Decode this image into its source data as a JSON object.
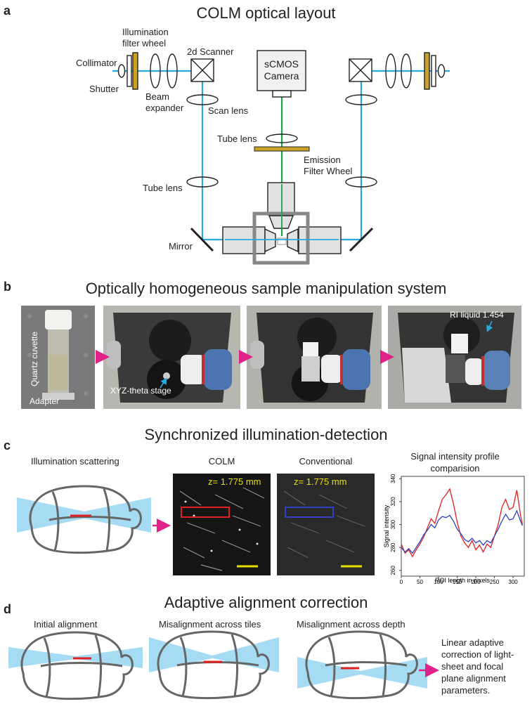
{
  "panel_a": {
    "letter": "a",
    "title": "COLM optical layout",
    "labels": {
      "illumination_filter_wheel": [
        "Illumination",
        "filter wheel"
      ],
      "collimator": "Collimator",
      "shutter": "Shutter",
      "beam_expander": [
        "Beam",
        "expander"
      ],
      "scanner": "2d Scanner",
      "scan_lens": "Scan lens",
      "camera": [
        "sCMOS",
        "Camera"
      ],
      "tube_lens_top": "Tube lens",
      "emission_filter_wheel": [
        "Emission",
        "Filter Wheel"
      ],
      "tube_lens_left": "Tube lens",
      "mirror": "Mirror"
    }
  },
  "panel_b": {
    "letter": "b",
    "title": "Optically homogeneous sample manipulation system",
    "labels": {
      "quartz_cuvette": "Quartz cuvette",
      "adapter": "Adapter",
      "stage": "XYZ-theta stage",
      "ri_liquid": "RI liquid 1.454"
    }
  },
  "panel_c": {
    "letter": "c",
    "title": "Synchronized illumination-detection",
    "illumination_label": "Illumination scattering",
    "colm_label": "COLM",
    "conventional_label": "Conventional",
    "colm_depth": "z= 1.775 mm",
    "conventional_depth": "z= 1.775 mm",
    "profile_title": [
      "Signal intensity profile",
      "comparision"
    ]
  },
  "panel_d": {
    "letter": "d",
    "title": "Adaptive alignment correction",
    "initial": "Initial alignment",
    "tiles": "Misalignment across tiles",
    "depth": "Misalignment across depth",
    "correction_text": [
      "Linear adaptive",
      "correction of light-",
      "sheet and focal",
      "plane alignment",
      "parameters."
    ]
  },
  "colors": {
    "light_path": "#29a8de",
    "emission_path": "#1ea34a",
    "filter": "#c9a227",
    "arrow": "#e0218a",
    "colm_series": "#e02020",
    "conventional_series": "#3040c0",
    "scale_bar": "#e8e000"
  },
  "chart_data": {
    "type": "line",
    "title": "",
    "xlabel": "ROI length in pixels",
    "ylabel": "Signal intensity",
    "xlim": [
      0,
      330
    ],
    "ylim": [
      255,
      342
    ],
    "xticks": [
      0,
      50,
      100,
      150,
      200,
      250,
      300
    ],
    "yticks": [
      260,
      280,
      300,
      320,
      340
    ],
    "grid": false,
    "legend": "none",
    "x": [
      0,
      10,
      20,
      30,
      40,
      50,
      60,
      70,
      80,
      90,
      100,
      110,
      120,
      130,
      140,
      150,
      160,
      170,
      180,
      190,
      200,
      210,
      220,
      230,
      240,
      250,
      260,
      270,
      280,
      290,
      300,
      310,
      320,
      325
    ],
    "series": [
      {
        "values": [
          283,
          275,
          278,
          272,
          278,
          283,
          289,
          297,
          305,
          301,
          312,
          322,
          326,
          331,
          318,
          302,
          290,
          284,
          280,
          286,
          278,
          282,
          276,
          283,
          280,
          290,
          300,
          315,
          322,
          313,
          315,
          330,
          308,
          300
        ]
      },
      {
        "values": [
          280,
          276,
          279,
          275,
          280,
          285,
          291,
          295,
          300,
          297,
          304,
          307,
          306,
          308,
          303,
          296,
          292,
          287,
          285,
          288,
          284,
          286,
          282,
          286,
          284,
          290,
          296,
          303,
          309,
          304,
          305,
          312,
          303,
          299
        ]
      }
    ]
  }
}
